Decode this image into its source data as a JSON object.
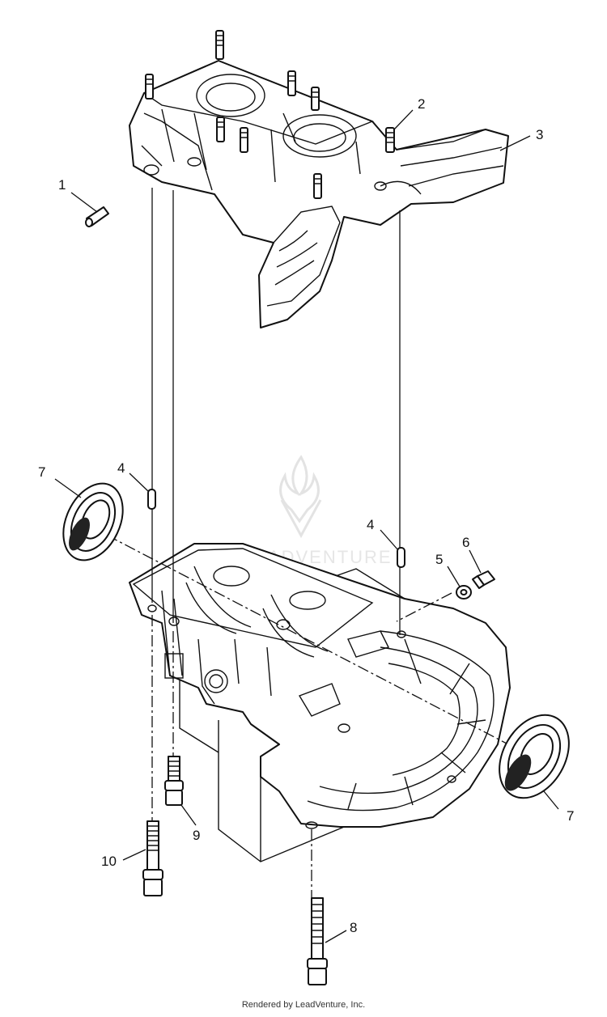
{
  "callouts": {
    "c1": "1",
    "c2": "2",
    "c3": "3",
    "c4a": "4",
    "c4b": "4",
    "c5": "5",
    "c6": "6",
    "c7a": "7",
    "c7b": "7",
    "c8": "8",
    "c9": "9",
    "c10": "10"
  },
  "watermark": "LEADVENTURE",
  "footer": "Rendered by LeadVenture, Inc."
}
